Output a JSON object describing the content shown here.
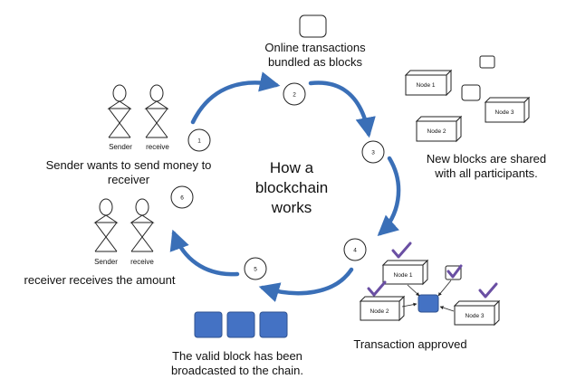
{
  "center_title": [
    "How a",
    "blockchain",
    "works"
  ],
  "steps": [
    "1",
    "2",
    "3",
    "4",
    "5",
    "6"
  ],
  "captions": {
    "top": [
      "Online transactions",
      "bundled as blocks"
    ],
    "right": [
      "New blocks are shared",
      "with all participants."
    ],
    "left_top": [
      "Sender wants to send money to",
      "receiver"
    ],
    "left_bottom": "receiver receives the amount",
    "bottom_right": "Transaction approved",
    "bottom_center": [
      "The valid block has been",
      "broadcasted to the chain."
    ]
  },
  "figures_top": {
    "sender": "Sender",
    "receiver": "receive"
  },
  "figures_bottom": {
    "sender": "Sender",
    "receiver": "receive"
  },
  "network_nodes": [
    "Node 1",
    "Node 2",
    "Node 3"
  ],
  "approval_nodes": [
    "Node 1",
    "Node 2",
    "Node 3"
  ],
  "colors": {
    "arrow": "#3a6fb7",
    "block": "#4472c4",
    "check": "#6a4fa3"
  }
}
